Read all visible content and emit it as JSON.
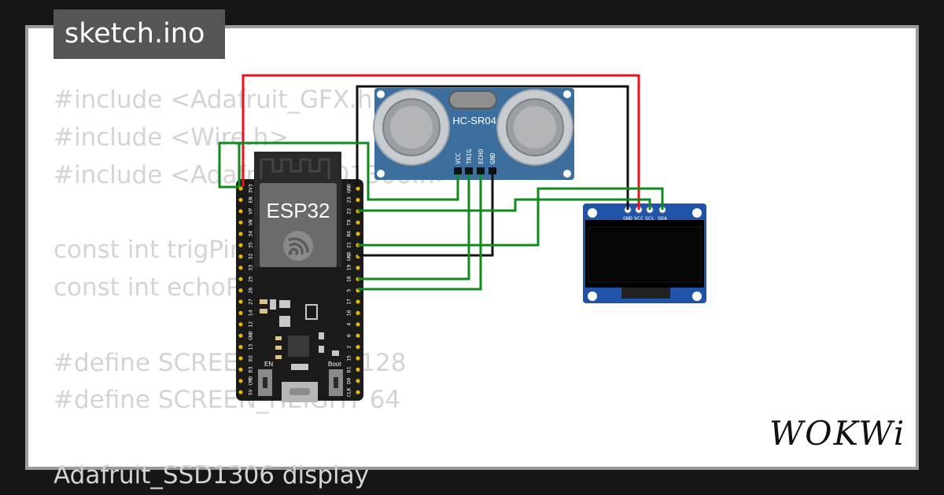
{
  "tab": {
    "filename": "sketch.ino"
  },
  "code_lines": [
    "#include <Adafruit_GFX.h>",
    "#include <Wire.h>",
    "#include <Adafruit_SSD1306.h>",
    "",
    "const int trigPin",
    "const int echoPin",
    "",
    "#define SCREEN_WIDTH 128",
    "#define SCREEN_HEIGHT 64",
    "",
    "Adafruit_SSD1306 display"
  ],
  "esp32": {
    "label": "ESP32",
    "en_label": "EN",
    "boot_label": "Boot",
    "left_pins": [
      "3V3",
      "EN",
      "VP",
      "VN",
      "34",
      "35",
      "32",
      "33",
      "25",
      "26",
      "27",
      "14",
      "12",
      "GND",
      "13",
      "D2",
      "D3",
      "CMD",
      "5V"
    ],
    "right_pins": [
      "GND",
      "23",
      "22",
      "TX",
      "RX",
      "21",
      "GND",
      "19",
      "18",
      "5",
      "17",
      "16",
      "4",
      "0",
      "2",
      "15",
      "D1",
      "D0",
      "CLK"
    ]
  },
  "ultrasonic": {
    "label": "HC-SR04",
    "pins": [
      "VCC",
      "TRIG",
      "ECHO",
      "GND"
    ]
  },
  "oled": {
    "pins": [
      "GND",
      "VCC",
      "SCL",
      "SDA"
    ]
  },
  "brand": {
    "logo": "WOKWi"
  },
  "colors": {
    "power_wire": "#e8121c",
    "ground_wire": "#111111",
    "signal_wire": "#0f8a1e",
    "sensor_board": "#3d6f9e",
    "oled_board": "#1f54a8",
    "esp_board": "#1b1b1b",
    "code_text": "#d4d4d4"
  }
}
